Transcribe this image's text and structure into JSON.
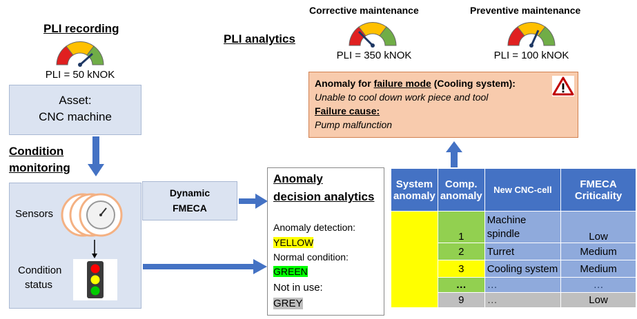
{
  "pli_recording": {
    "title": "PLI recording",
    "value": "PLI = 50 kNOK"
  },
  "asset": {
    "line1": "Asset:",
    "line2": "CNC machine"
  },
  "condition_monitoring": {
    "line1": "Condition",
    "line2": "monitoring"
  },
  "sensors_box": {
    "sensors_label": "Sensors",
    "status_line1": "Condition",
    "status_line2": "status"
  },
  "dynamic_fmeca": {
    "line1": "Dynamic",
    "line2": "FMECA"
  },
  "pli_analytics": {
    "title": "PLI analytics"
  },
  "gauges": [
    {
      "title": "Corrective maintenance",
      "value": "PLI = 350 kNOK"
    },
    {
      "title": "Preventive maintenance",
      "value": "PLI = 100 kNOK"
    }
  ],
  "anomaly_box": {
    "line1_prefix": "Anomaly for ",
    "line1_em": "failure mode",
    "line1_suffix": " (Cooling system):",
    "line2": "Unable to cool down work piece and tool",
    "cause_label": "Failure cause:",
    "cause": "Pump malfunction"
  },
  "decision": {
    "title1": "Anomaly",
    "title2": "decision analytics",
    "detection_label": "Anomaly detection:",
    "detection_value": "YELLOW",
    "normal_label": "Normal condition:",
    "normal_value": "GREEN",
    "unused_label": "Not in use:",
    "unused_value": "GREY"
  },
  "table": {
    "headers": [
      "System anomaly",
      "Comp. anomaly",
      "New CNC-cell",
      "FMECA Criticality"
    ],
    "rows": [
      {
        "comp": "1",
        "name": "Machine spindle",
        "crit": "Low"
      },
      {
        "comp": "2",
        "name": "Turret",
        "crit": "Medium"
      },
      {
        "comp": "3",
        "name": "Cooling system",
        "crit": "Medium"
      },
      {
        "comp": "…",
        "name": "…",
        "crit": "…"
      },
      {
        "comp": "9",
        "name": "…",
        "crit": "Low"
      }
    ]
  },
  "colors": {
    "yellow": "#ffff00",
    "green": "#92d050",
    "grey": "#bfbfbf",
    "header_blue": "#4472c4",
    "cell_blue": "#8faadc",
    "arrow_blue": "#4472c4",
    "anomaly_box": "#f8cbad"
  }
}
